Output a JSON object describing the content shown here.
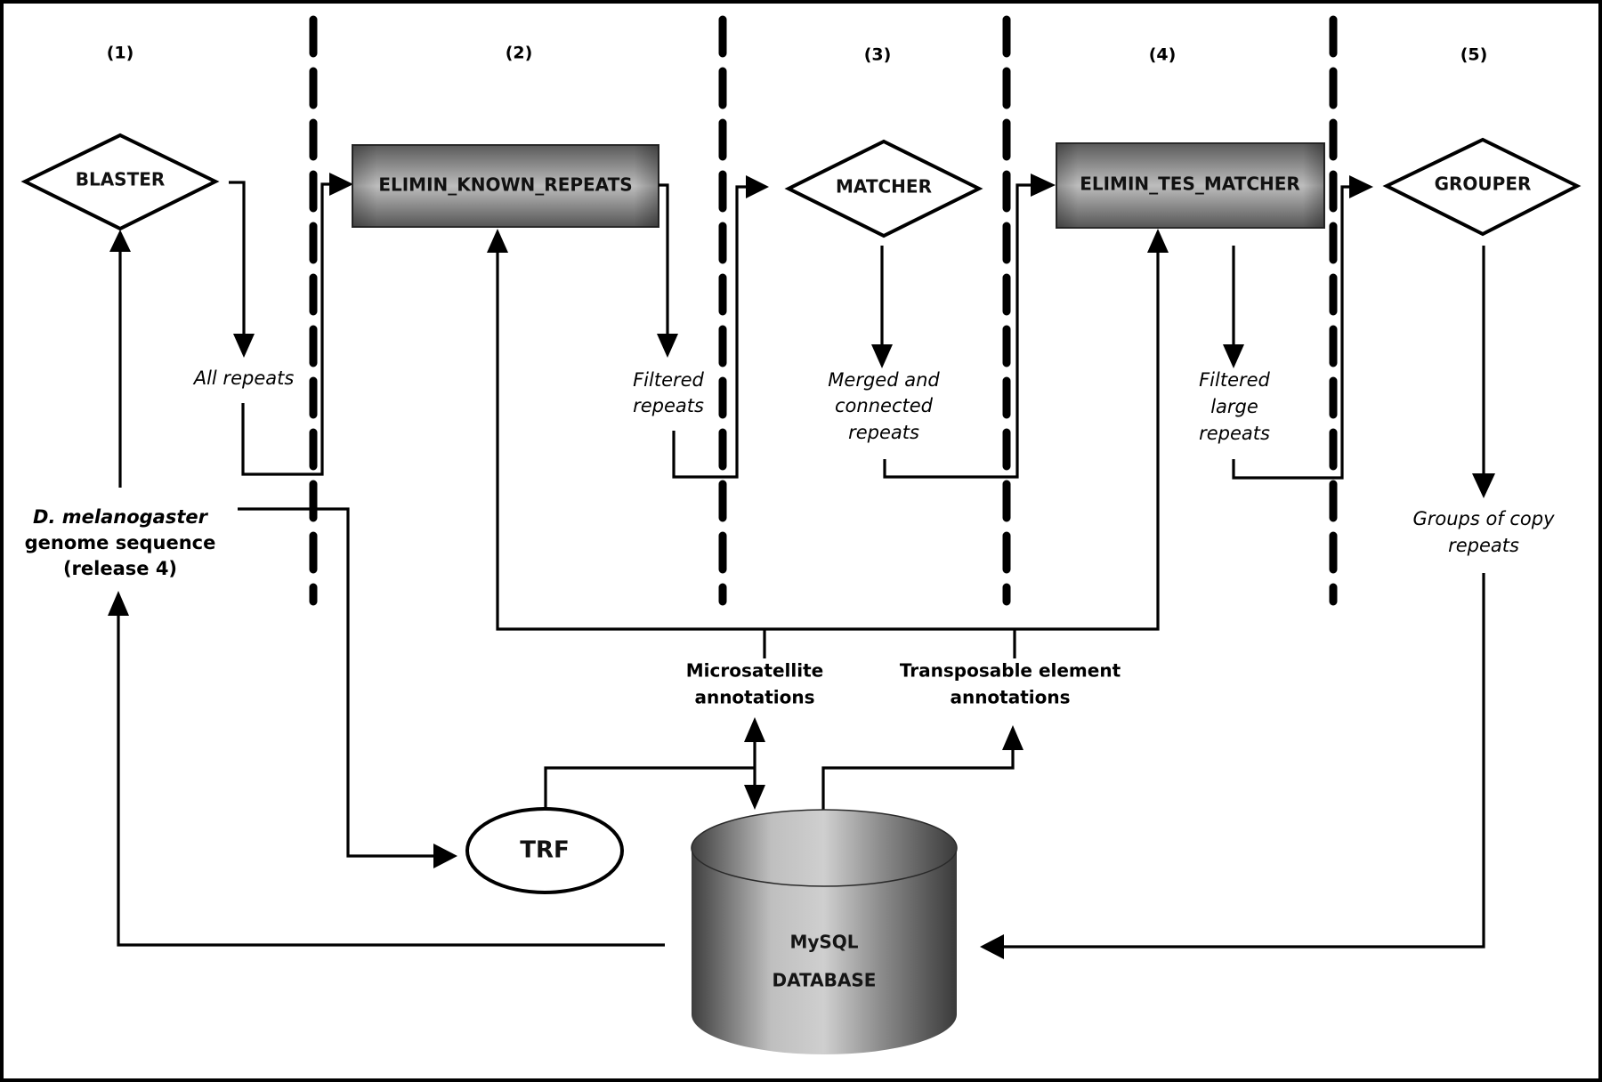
{
  "figure": {
    "steps": [
      "(1)",
      "(2)",
      "(3)",
      "(4)",
      "(5)"
    ],
    "programs": {
      "blaster": "BLASTER",
      "elimin_known_repeats": "ELIMIN_KNOWN_REPEATS",
      "matcher": "MATCHER",
      "elimin_tes_matcher": "ELIMIN_TES_MATCHER",
      "grouper": "GROUPER",
      "trf": "TRF"
    },
    "database": {
      "line1": "MySQL",
      "line2": "DATABASE"
    },
    "input": {
      "line1": "D. melanogaster",
      "line2": "genome sequence",
      "line3": "(release 4)"
    },
    "flows": {
      "all_repeats": [
        "All repeats"
      ],
      "filtered_repeats": [
        "Filtered",
        "repeats"
      ],
      "merged_repeats": [
        "Merged and",
        "connected",
        "repeats"
      ],
      "filtered_large_repeats": [
        "Filtered",
        "large",
        "repeats"
      ],
      "groups_of_copy_repeats": [
        "Groups of copy",
        "repeats"
      ]
    },
    "annotations": {
      "microsatellite": [
        "Microsatellite",
        "annotations"
      ],
      "transposable": [
        "Transposable element",
        "annotations"
      ]
    }
  }
}
